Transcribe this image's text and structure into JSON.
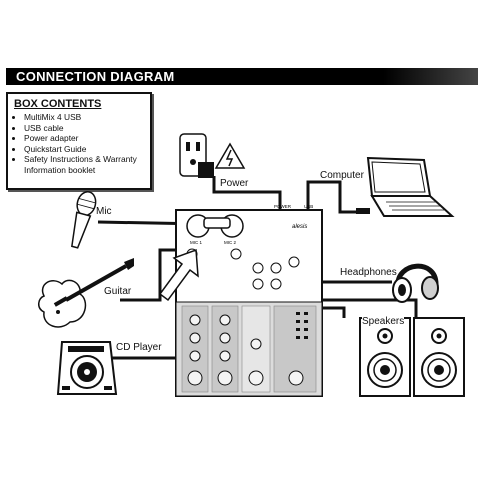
{
  "title": "CONNECTION DIAGRAM",
  "box_contents": {
    "heading": "BOX CONTENTS",
    "items": [
      "MultiMix 4 USB",
      "USB cable",
      "Power adapter",
      "Quickstart Guide",
      "Safety Instructions & Warranty Information booklet"
    ]
  },
  "labels": {
    "power": "Power",
    "computer": "Computer",
    "mic": "Mic",
    "guitar": "Guitar",
    "headphones": "Headphones",
    "speakers": "Speakers",
    "cd_player": "CD Player"
  },
  "mixer": {
    "brand": "alesis",
    "port_power": "POWER",
    "port_usb": "USB",
    "mic1": "MIC 1",
    "mic2": "MIC 2"
  },
  "colors": {
    "line": "#111111",
    "panel": "#dcdcdc",
    "panel_dark": "#b5b5b5"
  },
  "icons": [
    "power-outlet-icon",
    "warning-icon",
    "laptop-icon",
    "microphone-icon",
    "guitar-icon",
    "headphones-icon",
    "speaker-icon",
    "cd-player-icon",
    "arrow-icon"
  ]
}
